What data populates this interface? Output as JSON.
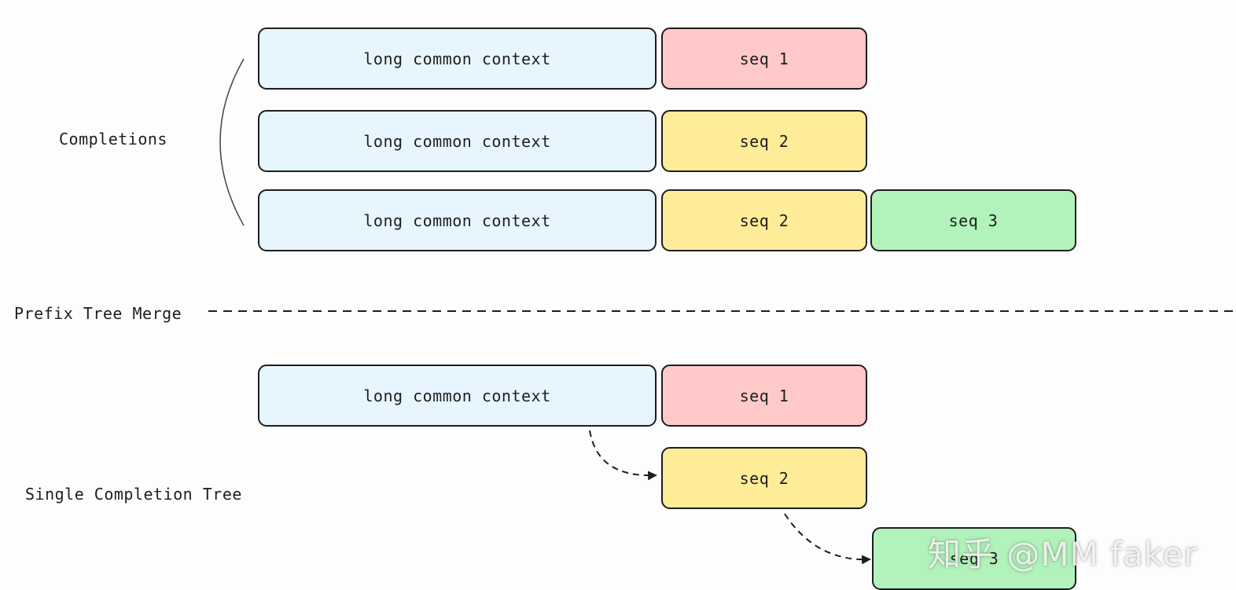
{
  "top": {
    "label": "Completions",
    "rows": [
      {
        "context": "long common context",
        "seqs": [
          "seq 1"
        ]
      },
      {
        "context": "long common context",
        "seqs": [
          "seq 2"
        ]
      },
      {
        "context": "long common context",
        "seqs": [
          "seq 2",
          "seq 3"
        ]
      }
    ]
  },
  "divider": {
    "label": "Prefix Tree Merge"
  },
  "bottom": {
    "label": "Single Completion Tree",
    "context": "long common context",
    "seq1": "seq 1",
    "seq2": "seq 2",
    "seq3": "seq 3"
  },
  "colors": {
    "context": "#e7f5ff",
    "seq1": "#ffc9c9",
    "seq2": "#ffec99",
    "seq3": "#b2f2bb",
    "stroke": "#1e1e1e"
  },
  "watermark": "知乎 @MM faker"
}
